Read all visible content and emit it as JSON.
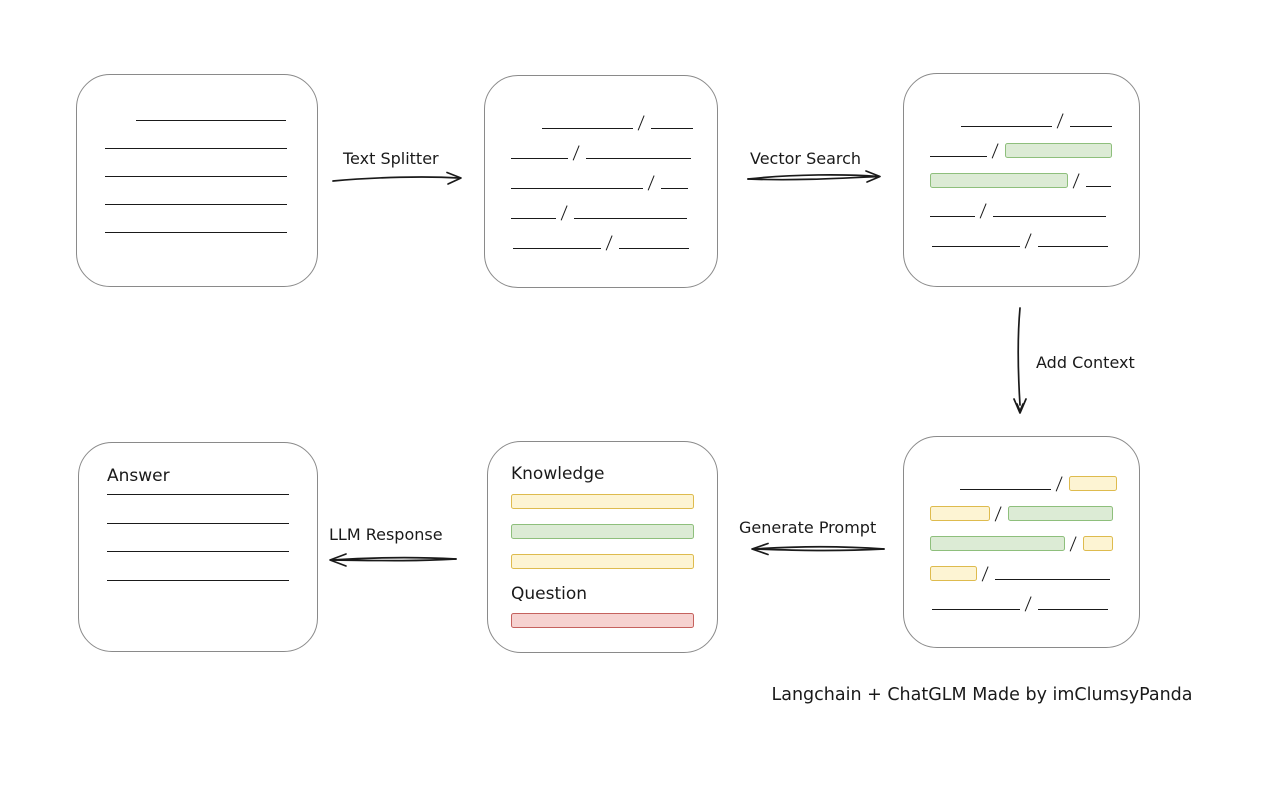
{
  "caption": "Langchain + ChatGLM Made by imClumsyPanda",
  "labels": {
    "text_splitter": "Text Splitter",
    "vector_search": "Vector Search",
    "add_context": "Add Context",
    "generate_prompt": "Generate Prompt",
    "llm_response": "LLM Response"
  },
  "colors": {
    "stroke": "#1a1a1a",
    "box_border": "#8a8a8a",
    "green_fill": "#dcebd5",
    "green_border": "#8ebf7c",
    "yellow_fill": "#fdf4d3",
    "yellow_border": "#debb4e",
    "red_fill": "#f6d2d0",
    "red_border": "#c5625e"
  },
  "boxes": {
    "document": {
      "lines": [
        {
          "w": 150,
          "indent": 31
        },
        {
          "w": 182
        },
        {
          "w": 182
        },
        {
          "w": 182
        },
        {
          "w": 182
        }
      ]
    },
    "split_chunks": {
      "rows": [
        {
          "indent": 31,
          "segs": [
            {
              "t": "line",
              "w": 91
            },
            {
              "t": "line",
              "w": 42
            }
          ]
        },
        {
          "segs": [
            {
              "t": "line",
              "w": 57
            },
            {
              "t": "line",
              "w": 105
            }
          ]
        },
        {
          "segs": [
            {
              "t": "line",
              "w": 132
            },
            {
              "t": "line",
              "w": 27
            }
          ]
        },
        {
          "segs": [
            {
              "t": "line",
              "w": 45
            },
            {
              "t": "line",
              "w": 113
            }
          ]
        },
        {
          "indent": 2,
          "segs": [
            {
              "t": "line",
              "w": 88
            },
            {
              "t": "line",
              "w": 70
            }
          ]
        }
      ]
    },
    "retrieved_chunks": {
      "rows": [
        {
          "indent": 31,
          "segs": [
            {
              "t": "line",
              "w": 91
            },
            {
              "t": "line",
              "w": 42
            }
          ]
        },
        {
          "segs": [
            {
              "t": "line",
              "w": 57
            },
            {
              "t": "green",
              "w": 107
            }
          ]
        },
        {
          "segs": [
            {
              "t": "green",
              "w": 138
            },
            {
              "t": "line",
              "w": 25
            }
          ]
        },
        {
          "segs": [
            {
              "t": "line",
              "w": 45
            },
            {
              "t": "line",
              "w": 113
            }
          ]
        },
        {
          "indent": 2,
          "segs": [
            {
              "t": "line",
              "w": 88
            },
            {
              "t": "line",
              "w": 70
            }
          ]
        }
      ]
    },
    "context_chunks": {
      "rows": [
        {
          "indent": 30,
          "segs": [
            {
              "t": "line",
              "w": 92
            },
            {
              "t": "yellow",
              "w": 48
            }
          ]
        },
        {
          "segs": [
            {
              "t": "yellow",
              "w": 60
            },
            {
              "t": "green",
              "w": 105
            }
          ]
        },
        {
          "segs": [
            {
              "t": "green",
              "w": 135
            },
            {
              "t": "yellow",
              "w": 30
            }
          ]
        },
        {
          "segs": [
            {
              "t": "yellow",
              "w": 47
            },
            {
              "t": "line",
              "w": 115
            }
          ]
        },
        {
          "indent": 2,
          "segs": [
            {
              "t": "line",
              "w": 88
            },
            {
              "t": "line",
              "w": 70
            }
          ]
        }
      ]
    },
    "prompt": {
      "knowledge_label": "Knowledge",
      "question_label": "Question",
      "knowledge_bars": [
        "yellow",
        "green",
        "yellow"
      ],
      "question_bars": [
        "red"
      ]
    },
    "answer": {
      "title": "Answer",
      "lines": [
        {
          "w": 182
        },
        {
          "w": 182
        },
        {
          "w": 182
        },
        {
          "w": 182
        }
      ]
    }
  }
}
